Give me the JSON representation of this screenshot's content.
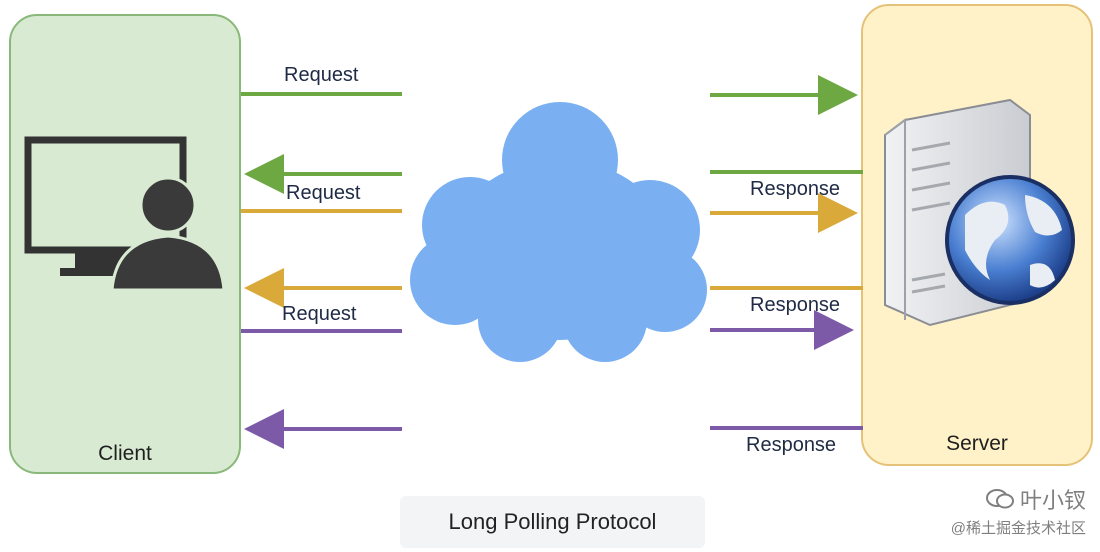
{
  "client": {
    "label": "Client"
  },
  "server": {
    "label": "Server"
  },
  "flows": {
    "request_1": "Request",
    "request_2": "Request",
    "request_3": "Request",
    "response_1": "Response",
    "response_2": "Response",
    "response_3": "Response"
  },
  "colors": {
    "green": "#6ea843",
    "gold": "#d9a93a",
    "purple": "#7d5aa8",
    "cloud": "#7ab0f2"
  },
  "caption": "Long Polling Protocol",
  "watermark": {
    "author": "叶小钗",
    "site": "@稀土掘金技术社区"
  }
}
